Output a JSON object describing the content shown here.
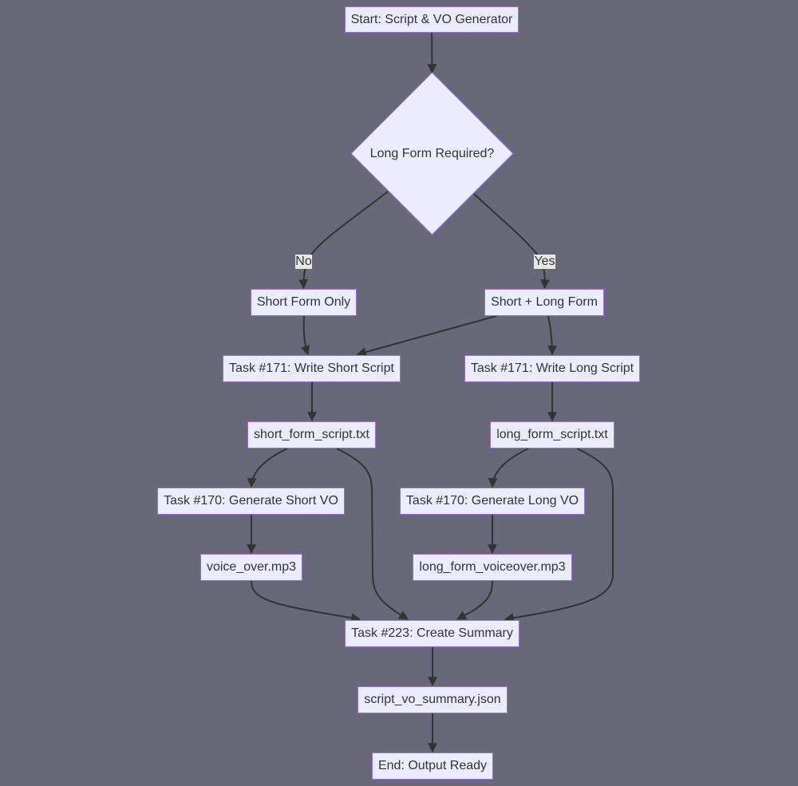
{
  "colors": {
    "background": "#686878",
    "node_fill": "#ececff",
    "node_border": "#9370db",
    "text": "#333333",
    "edge": "#333333",
    "edge_label_bg": "#e8e8e8"
  },
  "nodes": {
    "start": "Start: Script & VO Generator",
    "decision": "Long Form Required?",
    "short_only": "Short Form Only",
    "short_long": "Short + Long Form",
    "task_short_script": "Task #171: Write Short Script",
    "task_long_script": "Task #171: Write Long Script",
    "short_script_file": "short_form_script.txt",
    "long_script_file": "long_form_script.txt",
    "task_short_vo": "Task #170: Generate Short VO",
    "task_long_vo": "Task #170: Generate Long VO",
    "short_vo_file": "voice_over.mp3",
    "long_vo_file": "long_form_voiceover.mp3",
    "task_summary": "Task #223: Create Summary",
    "summary_file": "script_vo_summary.json",
    "end": "End: Output Ready"
  },
  "edge_labels": {
    "no": "No",
    "yes": "Yes"
  }
}
